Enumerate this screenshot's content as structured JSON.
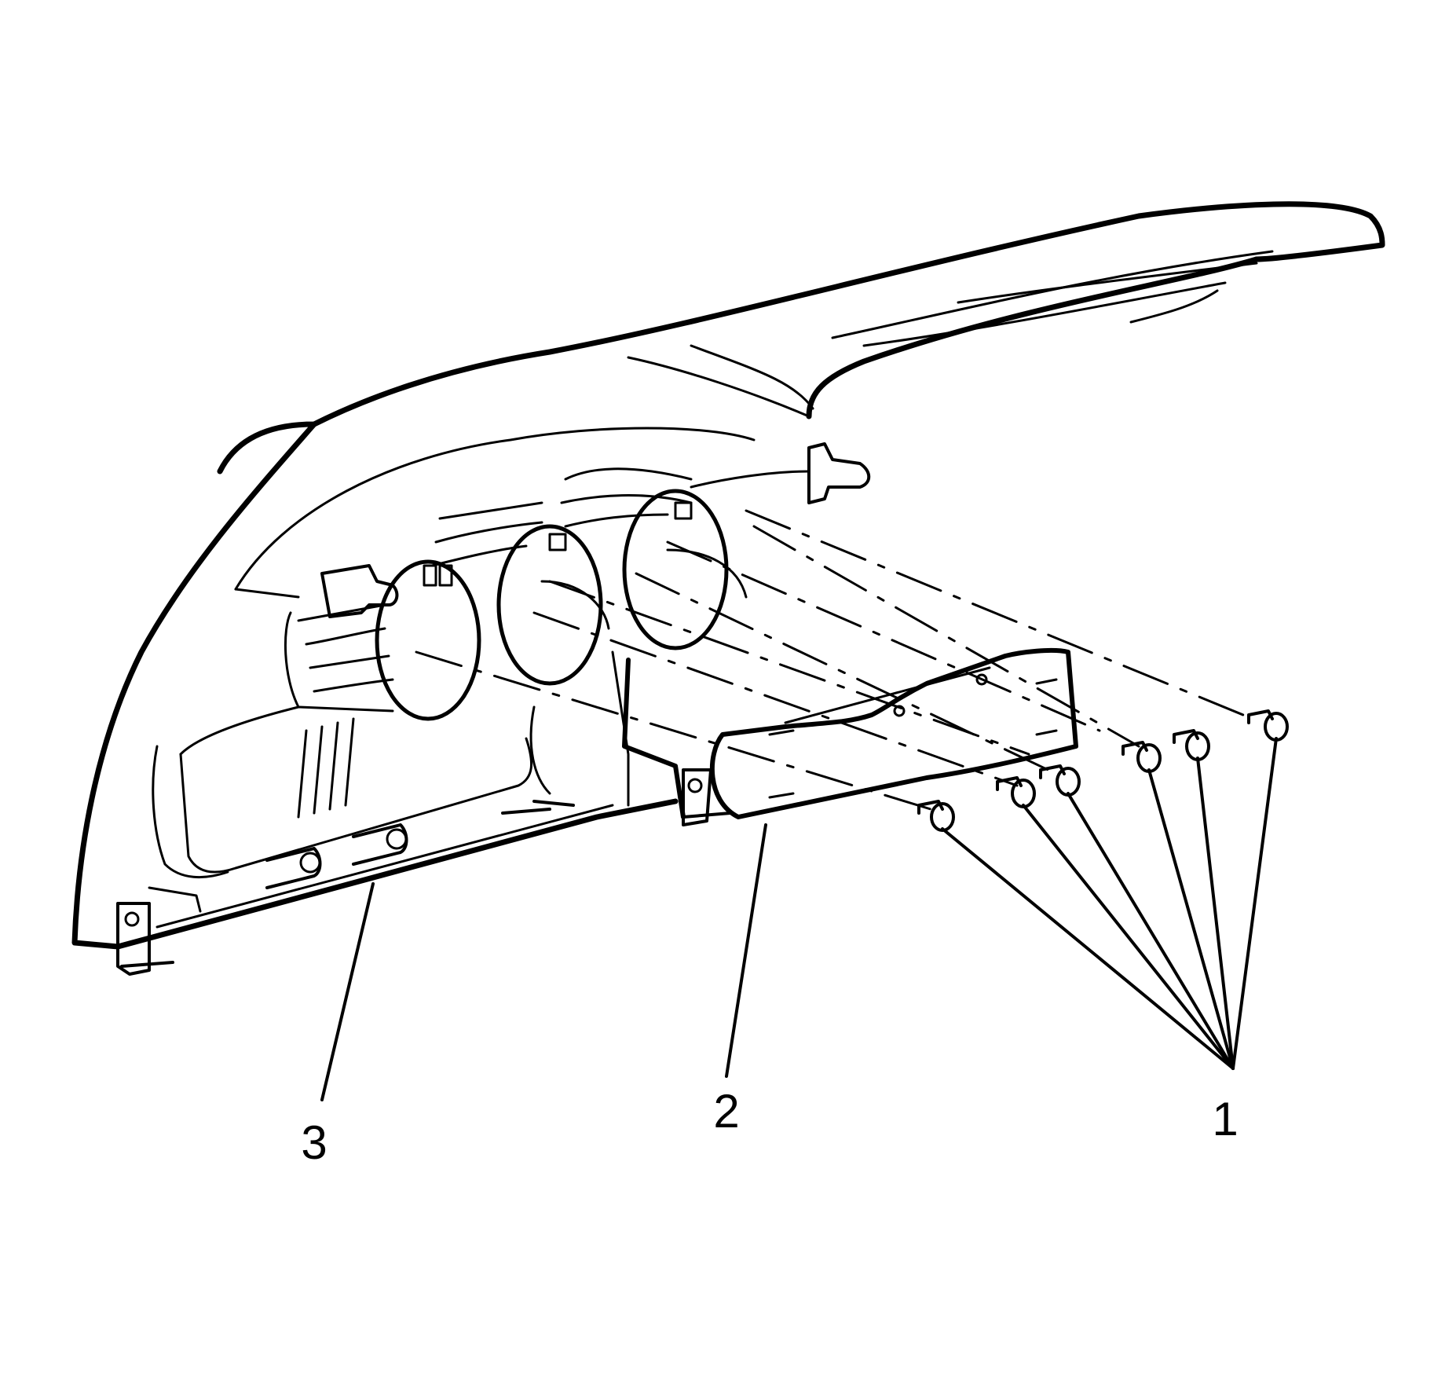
{
  "diagram": {
    "callouts": [
      {
        "id": "1",
        "text": "1"
      },
      {
        "id": "2",
        "text": "2"
      },
      {
        "id": "3",
        "text": "3"
      }
    ],
    "colors": {
      "ink": "#000000",
      "paper": "#ffffff"
    }
  }
}
